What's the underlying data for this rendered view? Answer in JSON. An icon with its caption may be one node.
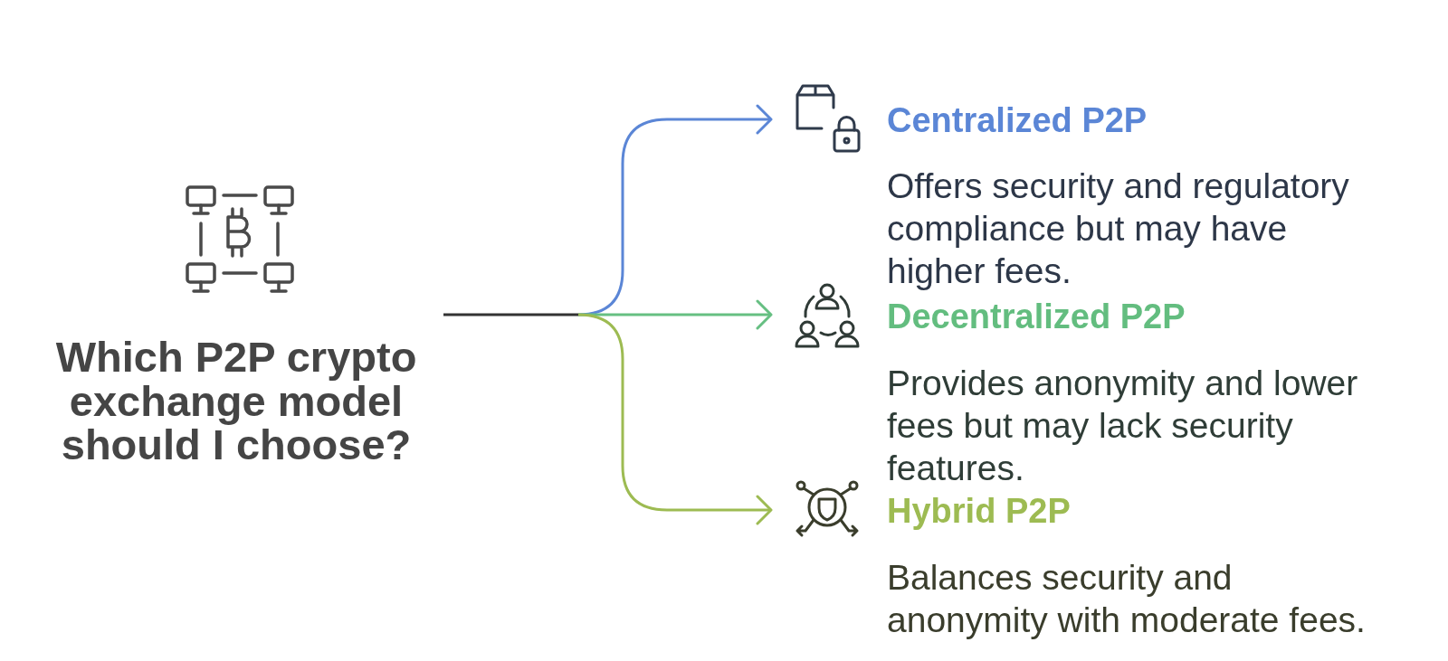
{
  "diagram": {
    "nodes": [
      {
        "text": [
          "Which P2P crypto exchange model should I choose?"
        ]
      },
      {
        "text": [
          "Centralized P2P",
          "Offers security and regulatory compliance but may have higher fees."
        ]
      },
      {
        "text": [
          "Decentralized P2P",
          "Provides anonymity and lower fees but may lack security features."
        ]
      },
      {
        "text": [
          "Hybrid P2P",
          "Balances security and anonymity with moderate fees."
        ]
      }
    ],
    "edges": [
      {
        "from": 0,
        "to": 1,
        "arrow": "to",
        "color": "#5b86d6"
      },
      {
        "from": 0,
        "to": 2,
        "arrow": "to",
        "color": "#66bf82"
      },
      {
        "from": 0,
        "to": 3,
        "arrow": "to",
        "color": "#9dbb52"
      }
    ]
  }
}
